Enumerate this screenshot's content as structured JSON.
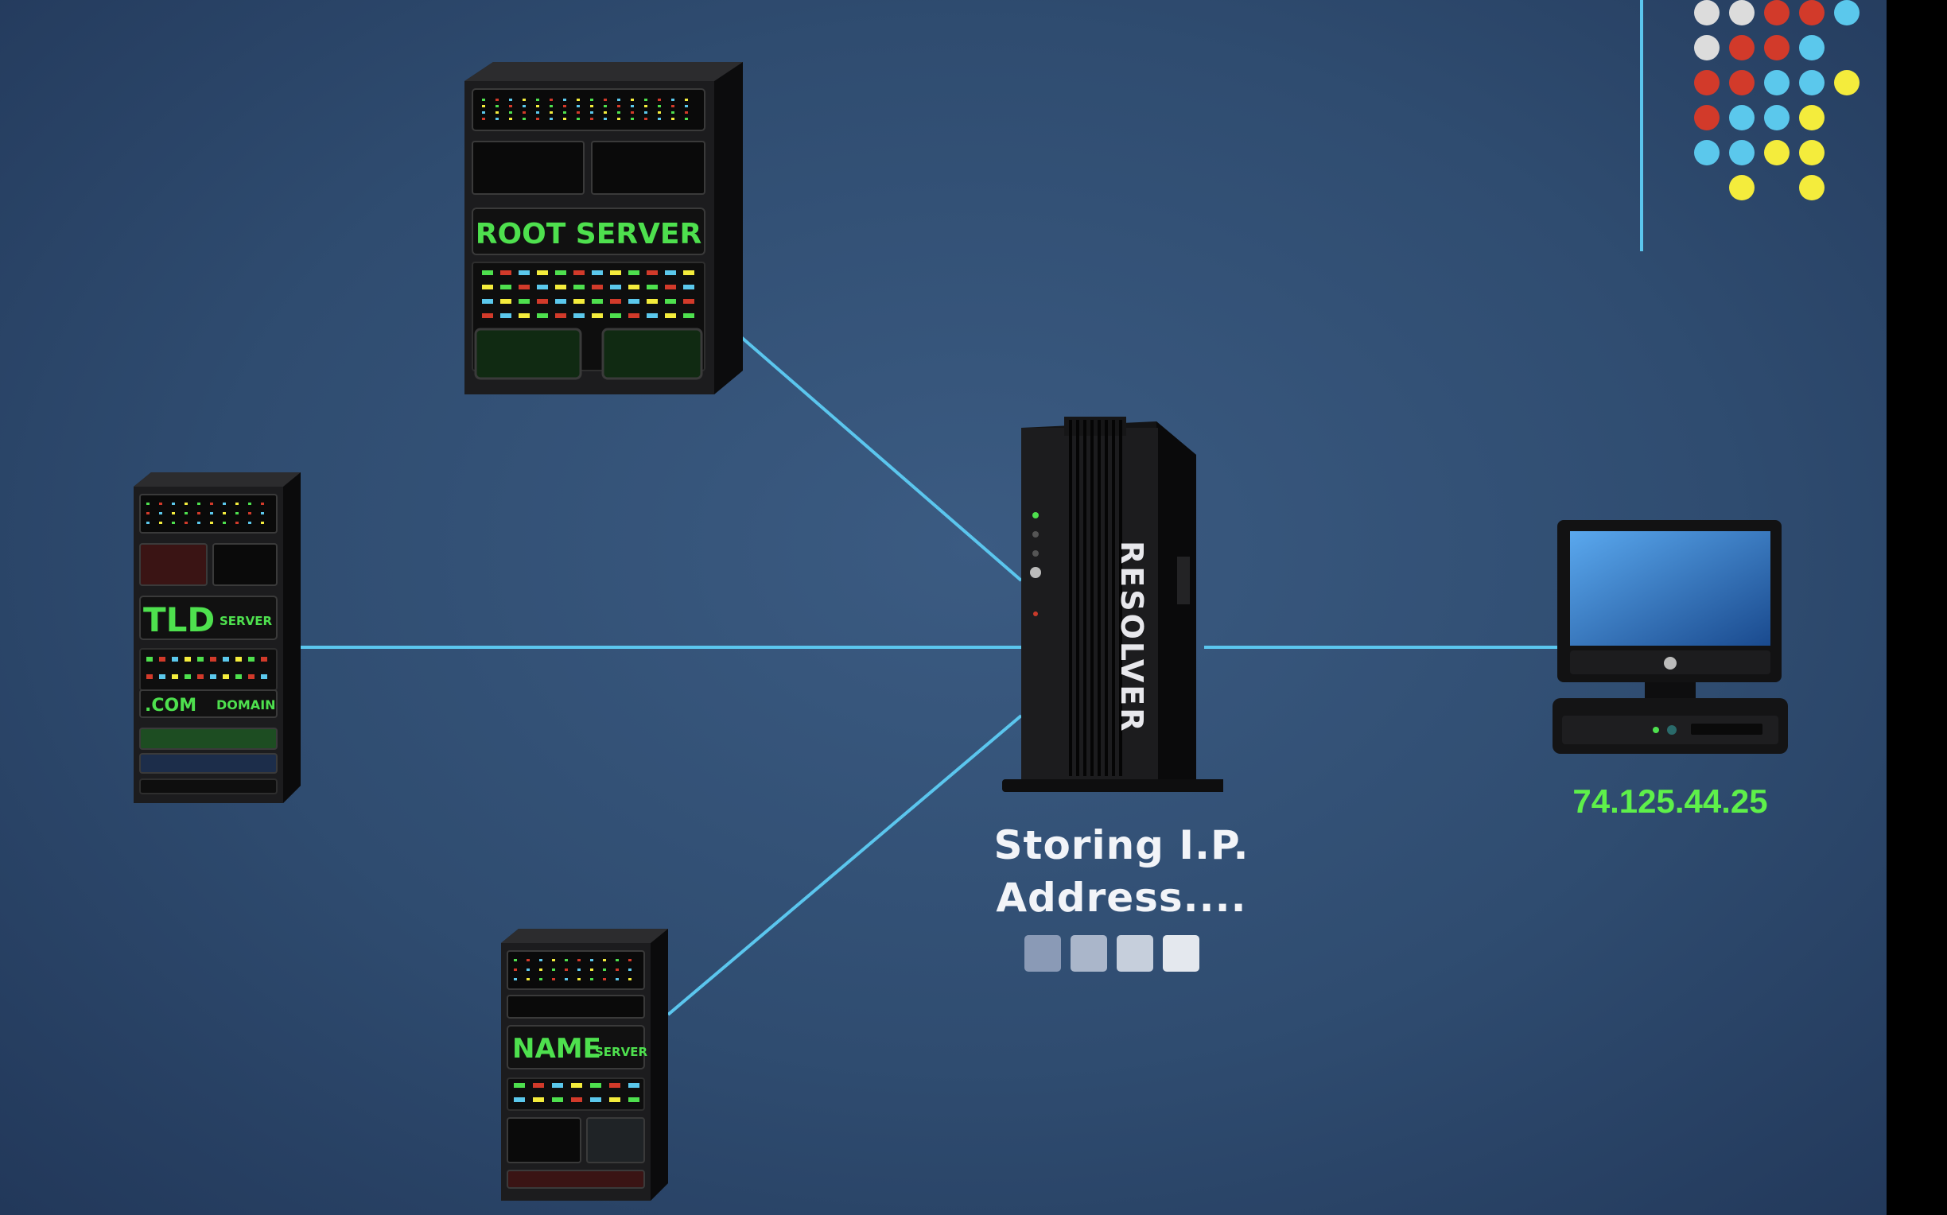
{
  "diagram": {
    "nodes": {
      "root": {
        "label": "ROOT SERVER"
      },
      "tld": {
        "label": "TLD",
        "sub": "SERVER",
        "domain_prefix": ".COM",
        "domain_label": "DOMAIN"
      },
      "name": {
        "label": "NAME",
        "sub": "SERVER"
      },
      "resolver": {
        "label": "RESOLVER"
      },
      "computer": {
        "ip": "74.125.44.25"
      }
    },
    "status": {
      "line1": "Storing I.P.",
      "line2": "Address....",
      "progress_squares": 4
    }
  },
  "colors": {
    "connector": "#5bc6ee",
    "ip_text": "#5ef04a",
    "rack_label": "#4ee04e",
    "dot_palette": [
      "#dcdcdc",
      "#d23a2a",
      "#5bc8ec",
      "#f4ec3c"
    ]
  }
}
